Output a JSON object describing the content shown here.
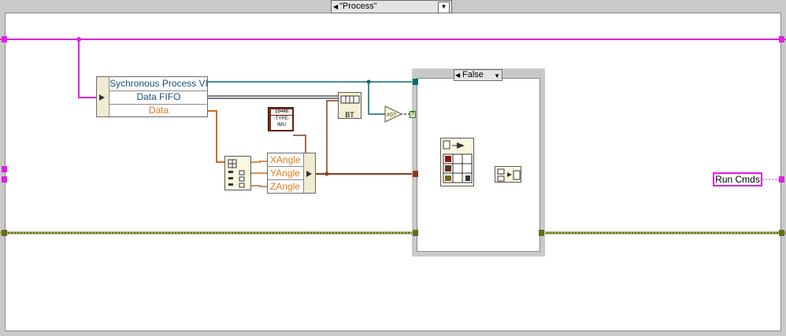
{
  "case_structure": {
    "selector_label": "\"Process\"",
    "dropdown_glyph": "▼",
    "arrow_glyph": "◀"
  },
  "inner_case": {
    "selector_label": "False",
    "dropdown_glyph": "▼",
    "arrow_glyph": "◀"
  },
  "unbundle_by_name": {
    "rows": [
      "Sychronous Process VI",
      "Data FIFO",
      "Data"
    ]
  },
  "orientation_unbundle": {
    "rows": [
      "XAngle",
      "YAngle",
      "ZAngle"
    ]
  },
  "typecast_constant": {
    "top_text": "16448",
    "mid_text": "-TYPE-",
    "bottom_text": "IMU"
  },
  "nodes": {
    "bt_label": "BT",
    "compare_label": "≠0?",
    "compare_out_label": "?"
  },
  "indicator": {
    "label": "Run Cmds"
  },
  "colors": {
    "cluster_wire": "#e020e0",
    "refnum_wire": "#0a6b6b",
    "error_wire": "#6b6b1a",
    "orange_wire": "#d2691e",
    "brown_wire": "#8b3a1a",
    "frame_gray": "#c9c9c9",
    "text_teal": "#1a4f7a",
    "text_orange": "#e07a1e"
  }
}
